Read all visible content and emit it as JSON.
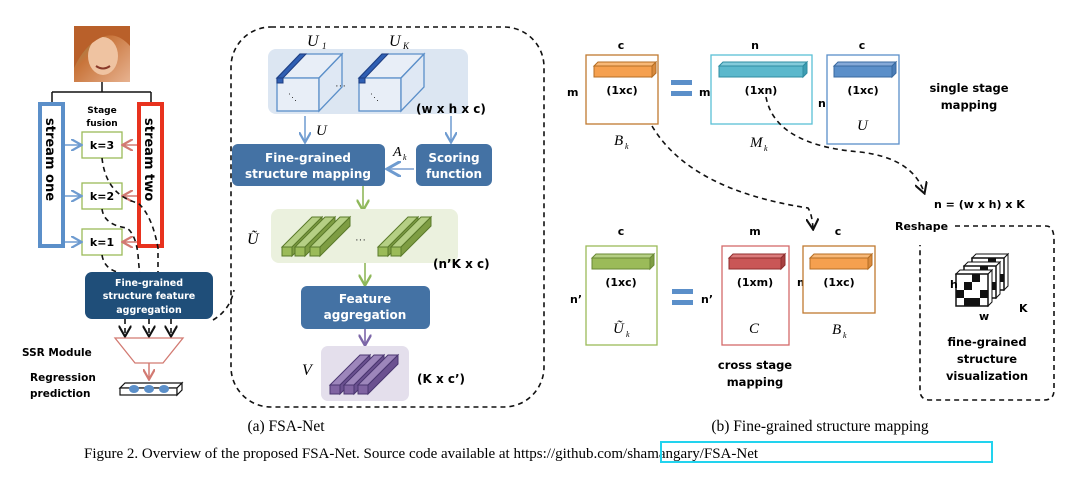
{
  "figure": {
    "caption_prefix": "Figure 2.  Overview of the proposed FSA-Net. Source code available at ",
    "caption_link": "https://github.com/shamangary/FSA-Net",
    "link_color": "#22d3ee"
  },
  "panel_a": {
    "caption": "(a) FSA-Net",
    "stream_one": "stream one",
    "stream_two": "stream two",
    "stage_fusion_l1": "Stage",
    "stage_fusion_l2": "fusion",
    "stages": [
      "k=3",
      "k=2",
      "k=1"
    ],
    "aggregation_l1": "Fine-grained",
    "aggregation_l2": "structure feature",
    "aggregation_l3": "aggregation",
    "ssr_module": "SSR Module",
    "regression_l1": "Regression",
    "regression_l2": "prediction",
    "colors": {
      "stream_one": "#5b8fc9",
      "stream_two": "#e8321e",
      "stage_box": "#9bbb59",
      "aggregation": "#1f4e79"
    }
  },
  "panel_a_detail": {
    "u1": "U",
    "u1_sub": "1",
    "uk": "U",
    "uk_sub": "K",
    "u_dims": "(w x h x c)",
    "u_label": "U",
    "ak": "A",
    "ak_sub": "k",
    "mapping_l1": "Fine-grained",
    "mapping_l2": "structure mapping",
    "scoring_l1": "Scoring",
    "scoring_l2": "function",
    "u_tilde": "Ũ",
    "u_tilde_dims": "(n’K x c)",
    "aggregation_l1": "Feature",
    "aggregation_l2": "aggregation",
    "v": "V",
    "v_dims": "(K x c’)",
    "ellipsis": "···"
  },
  "panel_b": {
    "caption": "(b) Fine-grained structure mapping",
    "single_stage_l1": "single stage",
    "single_stage_l2": "mapping",
    "cross_stage_l1": "cross stage",
    "cross_stage_l2": "mapping",
    "bk": "B",
    "bk_sub": "k",
    "mk": "M",
    "mk_sub": "k",
    "u": "U",
    "uk_tilde": "Ũ",
    "uk_tilde_sub": "k",
    "c_mat": "C",
    "dim_c": "c",
    "dim_n": "n",
    "dim_m": "m",
    "dim_n_prime": "n’",
    "v_1xc": "(1xc)",
    "v_1xn": "(1xn)",
    "v_1xm": "(1xm)",
    "n_formula": "n = (w x h) x K",
    "reshape": "Reshape",
    "vis_h": "h",
    "vis_w": "w",
    "vis_k": "K",
    "vis_l1": "fine-grained",
    "vis_l2": "structure",
    "vis_l3": "visualization"
  }
}
